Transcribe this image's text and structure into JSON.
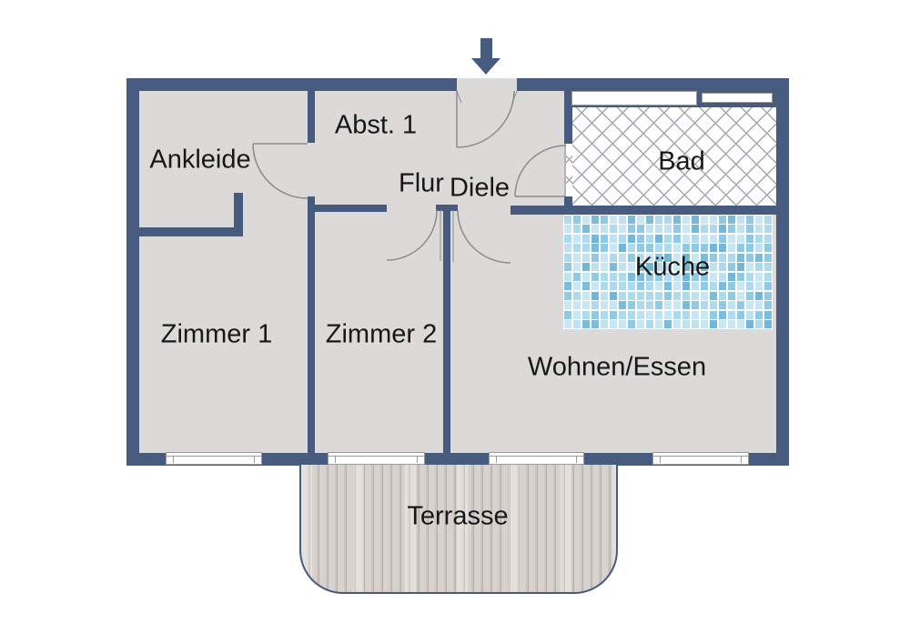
{
  "labels": {
    "ankleide": "Ankleide",
    "abst1": "Abst. 1",
    "flur": "Flur",
    "diele": "Diele",
    "bad": "Bad",
    "kueche": "Küche",
    "zimmer1": "Zimmer 1",
    "zimmer2": "Zimmer 2",
    "wohnen": "Wohnen/Essen",
    "terrasse": "Terrasse"
  },
  "colors": {
    "wall": "#475b7e",
    "floor": "#dbdad8",
    "door_line": "#8c8c8c",
    "text": "#171717",
    "hatch_line": "#a3a7ad",
    "window_frame": "#9b9b9b",
    "wood_base": "#d8d2ce",
    "wood_streak": "#ccc4bf",
    "wood_line": "#b6aea8",
    "tile_palette": [
      "#c9e6f3",
      "#aedaed",
      "#8fc9e4",
      "#70b7da",
      "#c9e6f3",
      "#aedaed",
      "#8fc9e4",
      "#bfe1f0",
      "#79bddd"
    ]
  }
}
